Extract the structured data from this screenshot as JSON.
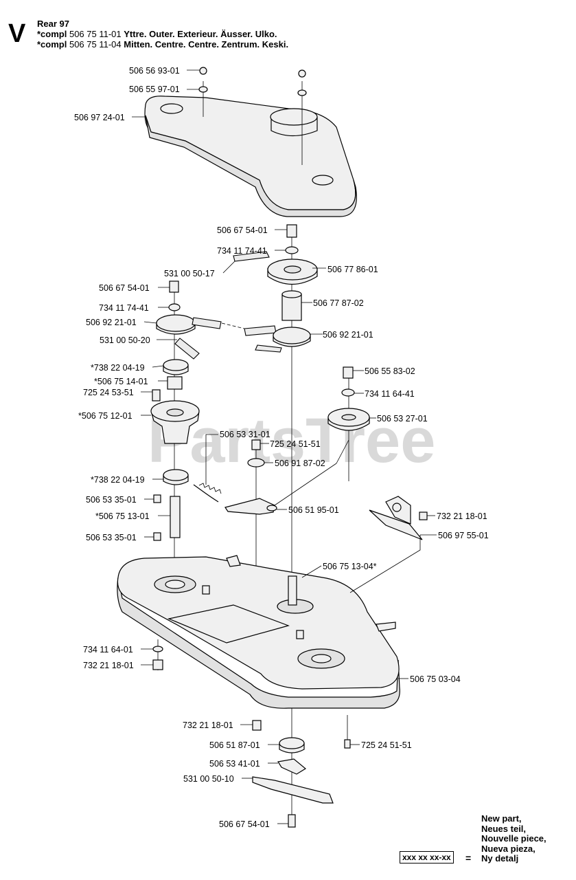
{
  "header": {
    "letter": "V",
    "title": "Rear 97",
    "line1": {
      "prefix": "*compl",
      "number": "506 75 11-01",
      "desc": "Yttre. Outer. Exterieur. Äusser. Ulko."
    },
    "line2": {
      "prefix": "*compl",
      "number": "506 75 11-04",
      "desc": "Mitten. Centre. Centre. Zentrum. Keski."
    }
  },
  "watermark": "PartsTree",
  "labels": [
    {
      "id": "l1",
      "text": "506 56 93-01"
    },
    {
      "id": "l2",
      "text": "506 55 97-01"
    },
    {
      "id": "l3",
      "text": "506 97 24-01"
    },
    {
      "id": "l4",
      "text": "506 67 54-01"
    },
    {
      "id": "l5",
      "text": "734 11 74-41"
    },
    {
      "id": "l6",
      "text": "531 00 50-17"
    },
    {
      "id": "l7",
      "text": "506 77 86-01"
    },
    {
      "id": "l8",
      "text": "506 67 54-01"
    },
    {
      "id": "l9",
      "text": "506 77 87-02"
    },
    {
      "id": "l10",
      "text": "734 11 74-41"
    },
    {
      "id": "l11",
      "text": "506 92 21-01"
    },
    {
      "id": "l12",
      "text": "506 92 21-01"
    },
    {
      "id": "l13",
      "text": "531 00 50-20"
    },
    {
      "id": "l14",
      "text": "*738 22 04-19"
    },
    {
      "id": "l15",
      "text": "506 55 83-02"
    },
    {
      "id": "l16",
      "text": "*506 75 14-01"
    },
    {
      "id": "l17",
      "text": "725 24 53-51"
    },
    {
      "id": "l18",
      "text": "734 11 64-41"
    },
    {
      "id": "l19",
      "text": "*506 75 12-01"
    },
    {
      "id": "l20",
      "text": "506 53 27-01"
    },
    {
      "id": "l21",
      "text": "506 53 31-01"
    },
    {
      "id": "l22",
      "text": "725 24 51-51"
    },
    {
      "id": "l23",
      "text": "506 91 87-02"
    },
    {
      "id": "l24",
      "text": "*738 22 04-19"
    },
    {
      "id": "l25",
      "text": "506 53 35-01"
    },
    {
      "id": "l26",
      "text": "506 51 95-01"
    },
    {
      "id": "l27",
      "text": "732 21 18-01"
    },
    {
      "id": "l28",
      "text": "*506 75 13-01"
    },
    {
      "id": "l29",
      "text": "506 97 55-01"
    },
    {
      "id": "l30",
      "text": "506 53 35-01"
    },
    {
      "id": "l31",
      "text": "506 75 13-04*"
    },
    {
      "id": "l32",
      "text": "734 11 64-01"
    },
    {
      "id": "l33",
      "text": "732 21 18-01"
    },
    {
      "id": "l34",
      "text": "506 75 03-04"
    },
    {
      "id": "l35",
      "text": "732 21 18-01"
    },
    {
      "id": "l36",
      "text": "506 51 87-01"
    },
    {
      "id": "l37",
      "text": "725 24 51-51"
    },
    {
      "id": "l38",
      "text": "506 53 41-01"
    },
    {
      "id": "l39",
      "text": "531 00 50-10"
    },
    {
      "id": "l40",
      "text": "506 67 54-01"
    }
  ],
  "legend": {
    "box": "xxx xx xx-xx",
    "equals": "=",
    "lines": [
      "New part,",
      "Neues teil,",
      "Nouvelle piece,",
      "Nueva pieza,",
      "Ny detalj"
    ]
  }
}
